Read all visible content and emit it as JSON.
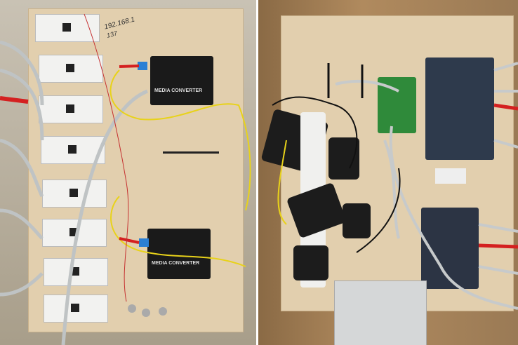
{
  "labels": {
    "converter_top": "MEDIA CONVERTER",
    "converter_bottom": "MEDIA CONVERTER",
    "handwritten_ip": "192.168.1",
    "handwritten_num": "137"
  },
  "colors": {
    "board": "#e2cfae",
    "converter": "#1a1a1a",
    "cable_yellow": "#e8d21a",
    "cable_red": "#d42020",
    "cable_gray": "#bfc3c4"
  }
}
